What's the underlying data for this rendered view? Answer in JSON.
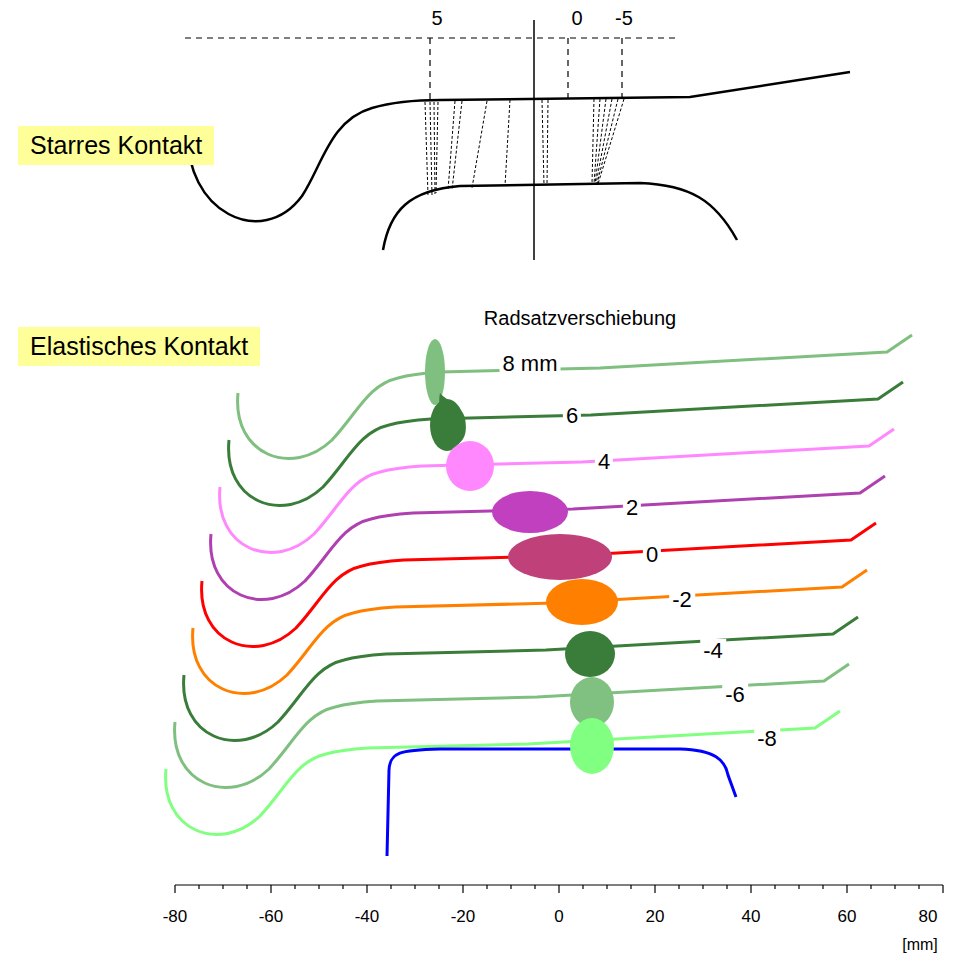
{
  "diagram": {
    "nodes": [
      {
        "text": [
          "Starres Kontakt"
        ]
      },
      {
        "text": [
          "Elastisches Kontakt"
        ]
      }
    ],
    "labels": [
      "5",
      "0",
      "-5",
      "Radsatzverschiebung",
      "8 mm",
      "6",
      "4",
      "2",
      "0",
      "-2",
      "-4",
      "-6",
      "-8",
      "-80",
      "-60",
      "-40",
      "-20",
      "0",
      "20",
      "40",
      "60",
      "80",
      "[mm]"
    ]
  }
}
